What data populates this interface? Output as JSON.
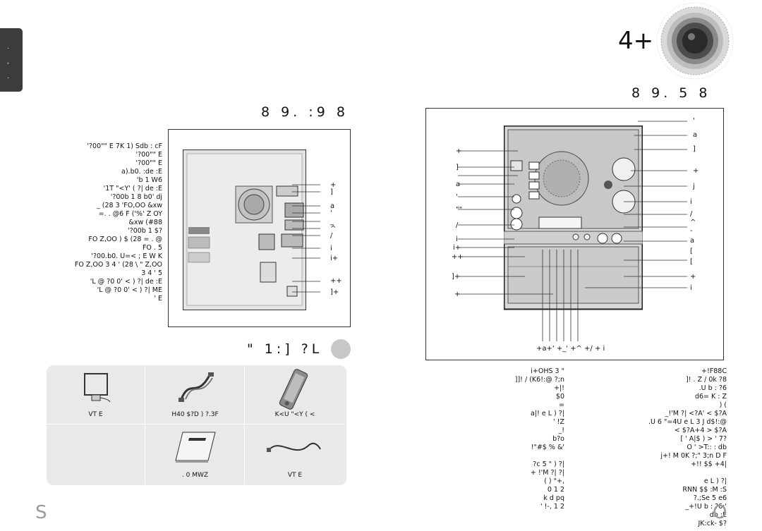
{
  "side_tab": {
    "marks": [
      ".",
      "'",
      "."
    ]
  },
  "header": {
    "title": "4+",
    "right_heading": "8 9. 5 8",
    "left_heading": "8 9. :9 8"
  },
  "rear_callouts": [
    "+",
    "]",
    "a",
    "'",
    "_",
    "^",
    "/",
    "i",
    "i+",
    "++",
    "]+"
  ],
  "front_callouts_left": [
    "+",
    "]",
    "a",
    "'",
    "\"\"",
    "/",
    "i",
    "i+",
    "++",
    "]+",
    "+"
  ],
  "front_callouts_right": [
    "'",
    "a",
    "]",
    "+",
    "j",
    "i",
    "/",
    "^",
    "-",
    "a",
    "[",
    "[",
    "+",
    "i"
  ],
  "front_bottom_labels": "+a+' +_' +^ +/ + i",
  "rear_notes": [
    "'?00\"\" E 7K 1) Sdb : cF",
    "'?00\"\" E",
    "'?00\"\" E",
    "a).b0. :de :E",
    "'b 1 W6",
    "'1T \"<Y' ( ?| de :E",
    "'?00b 1 8 b0' dj",
    "_ (28 3 'FO,OO &xw",
    "=. . @6 F ('%' Z OY",
    "&xw (#88",
    "'?00b 1 $?",
    "FO Z,OO ) $ (28 = . @",
    "FO . 5",
    "'?00.b0. U=< ; E W K",
    "FO Z,OO 3 4 ' (28 \\ \" Z,OO",
    "3 4 ' 5",
    "'L @ ?0 0' < ) ?| de :E",
    "'L @ ?0 0' < ) ?| ME",
    "' E"
  ],
  "accessories": {
    "heading": "\" 1:] ?L",
    "items": [
      {
        "caption": "VT E"
      },
      {
        "caption": "H40 $?D ) ?.3F"
      },
      {
        "caption": "K<U \"<Y ( <"
      },
      {
        "caption": ". 0 MWZ"
      },
      {
        "caption": "VT E"
      }
    ]
  },
  "notes_col1": [
    "i+OHS 3 \"",
    "]]! / (K6!:@ ?;n",
    "+|!",
    "$0",
    "=",
    "a|! e L ) ?|",
    "' !Z",
    "_!",
    "b?o",
    "!\"#$ % &'",
    "?c 5 \" ) ?|",
    "+ !'M ?| ?|",
    "( ) \"+,",
    "0 1 2",
    "k d pq",
    "' !-, 1 2"
  ],
  "notes_col2": [
    "+!F88C",
    "]! . Z / 0k ?8",
    ".U b : ?6",
    "d6= K : Z",
    ") (",
    "_!'M ?| <?A' < $?A",
    ".U 6 \"=4U e L 3 J d$!:@",
    "< $?A+4 > $?A",
    "[ ' A|$ ) > ' 7?",
    "O ' >T:: : db",
    "j+! M 0K ?;\" 3;n D F",
    "+!! $$ +4|",
    "e L ) ?|",
    "RNN $$ :M :S",
    "?.;Se 5 e6",
    "_+!U b : ?6:'",
    "db :E",
    "JK:ck- $?"
  ],
  "page_numbers": {
    "left": "S",
    "right": "O"
  }
}
